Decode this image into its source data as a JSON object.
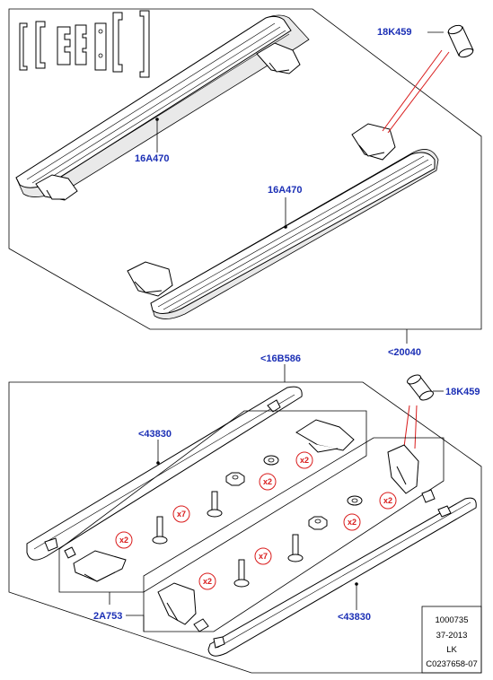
{
  "callouts": {
    "sleeve_top": "18K459",
    "step_upper": "16A470",
    "step_lower": "16A470",
    "kit_top": "<20040",
    "kit_bottom": "<16B586",
    "sleeve_bottom": "18K459",
    "trim_upper": "<43830",
    "trim_lower": "<43830",
    "bracket": "2A753"
  },
  "quantities": {
    "washer_upper": "x2",
    "nut_upper": "x2",
    "bolt_upper": "x7",
    "bolt_lower_left": "x2",
    "washer_right": "x2",
    "nut_right": "x2",
    "bolt_lower": "x7",
    "bolt_bottom": "x2"
  },
  "info_box": {
    "line1": "1000735",
    "line2": "37-2013",
    "line3": "LK",
    "line4": "C0237658-07"
  },
  "colors": {
    "callout": "#1b2fb5",
    "quantity": "#d91b1b",
    "line": "#000000"
  }
}
